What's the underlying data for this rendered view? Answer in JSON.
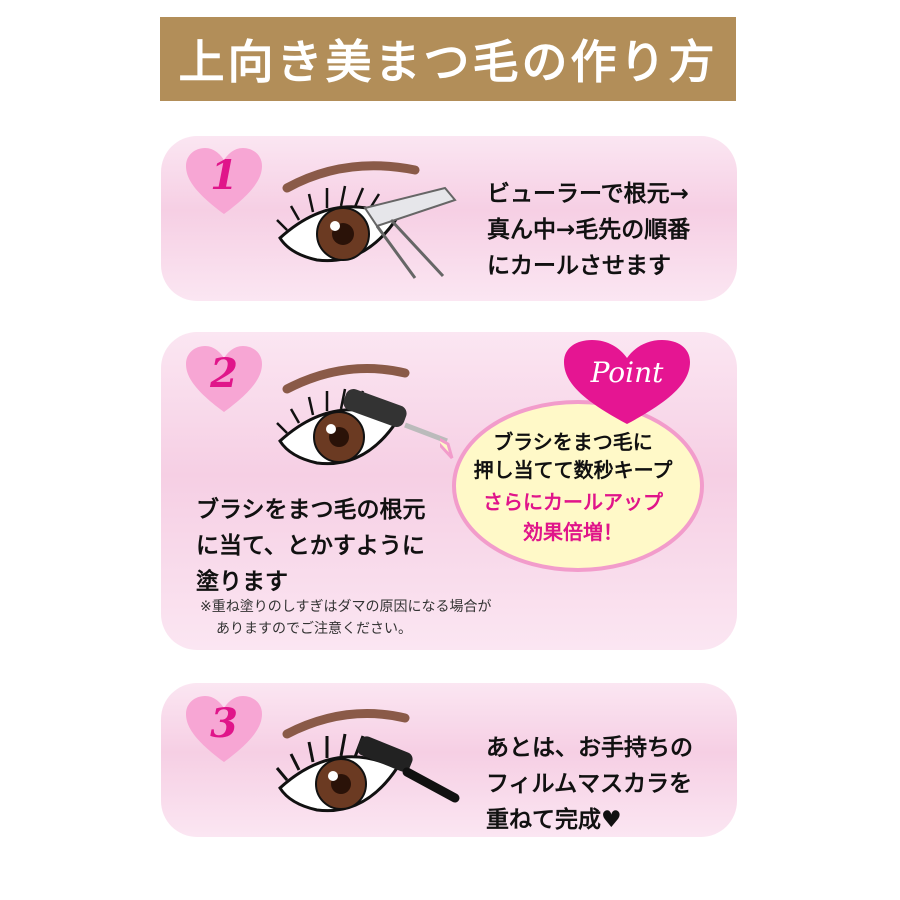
{
  "title": "上向き美まつ毛の作り方",
  "steps": [
    {
      "number": "1",
      "lines": [
        "ビューラーで根元→",
        "真ん中→毛先の順番",
        "にカールさせます"
      ]
    },
    {
      "number": "2",
      "lines": [
        "ブラシをまつ毛の根元",
        "に当て、とかすように",
        "塗ります"
      ],
      "note": [
        "※重ね塗りのしすぎはダマの原因になる場合が",
        "ありますのでご注意ください。"
      ]
    },
    {
      "number": "3",
      "lines": [
        "あとは、お手持ちの",
        "フィルムマスカラを",
        "重ねて完成♥"
      ]
    }
  ],
  "point": {
    "label": "Point",
    "lines": [
      "ブラシをまつ毛に",
      "押し当てて数秒キープ",
      "さらにカールアップ",
      "効果倍増！"
    ]
  },
  "colors": {
    "banner": "#b28e59",
    "accent_pink": "#e0158a",
    "card": "#f6cfe4",
    "bubble_fill": "#fff9c8",
    "bubble_stroke": "#f29ccb",
    "iris": "#6b3a22"
  }
}
